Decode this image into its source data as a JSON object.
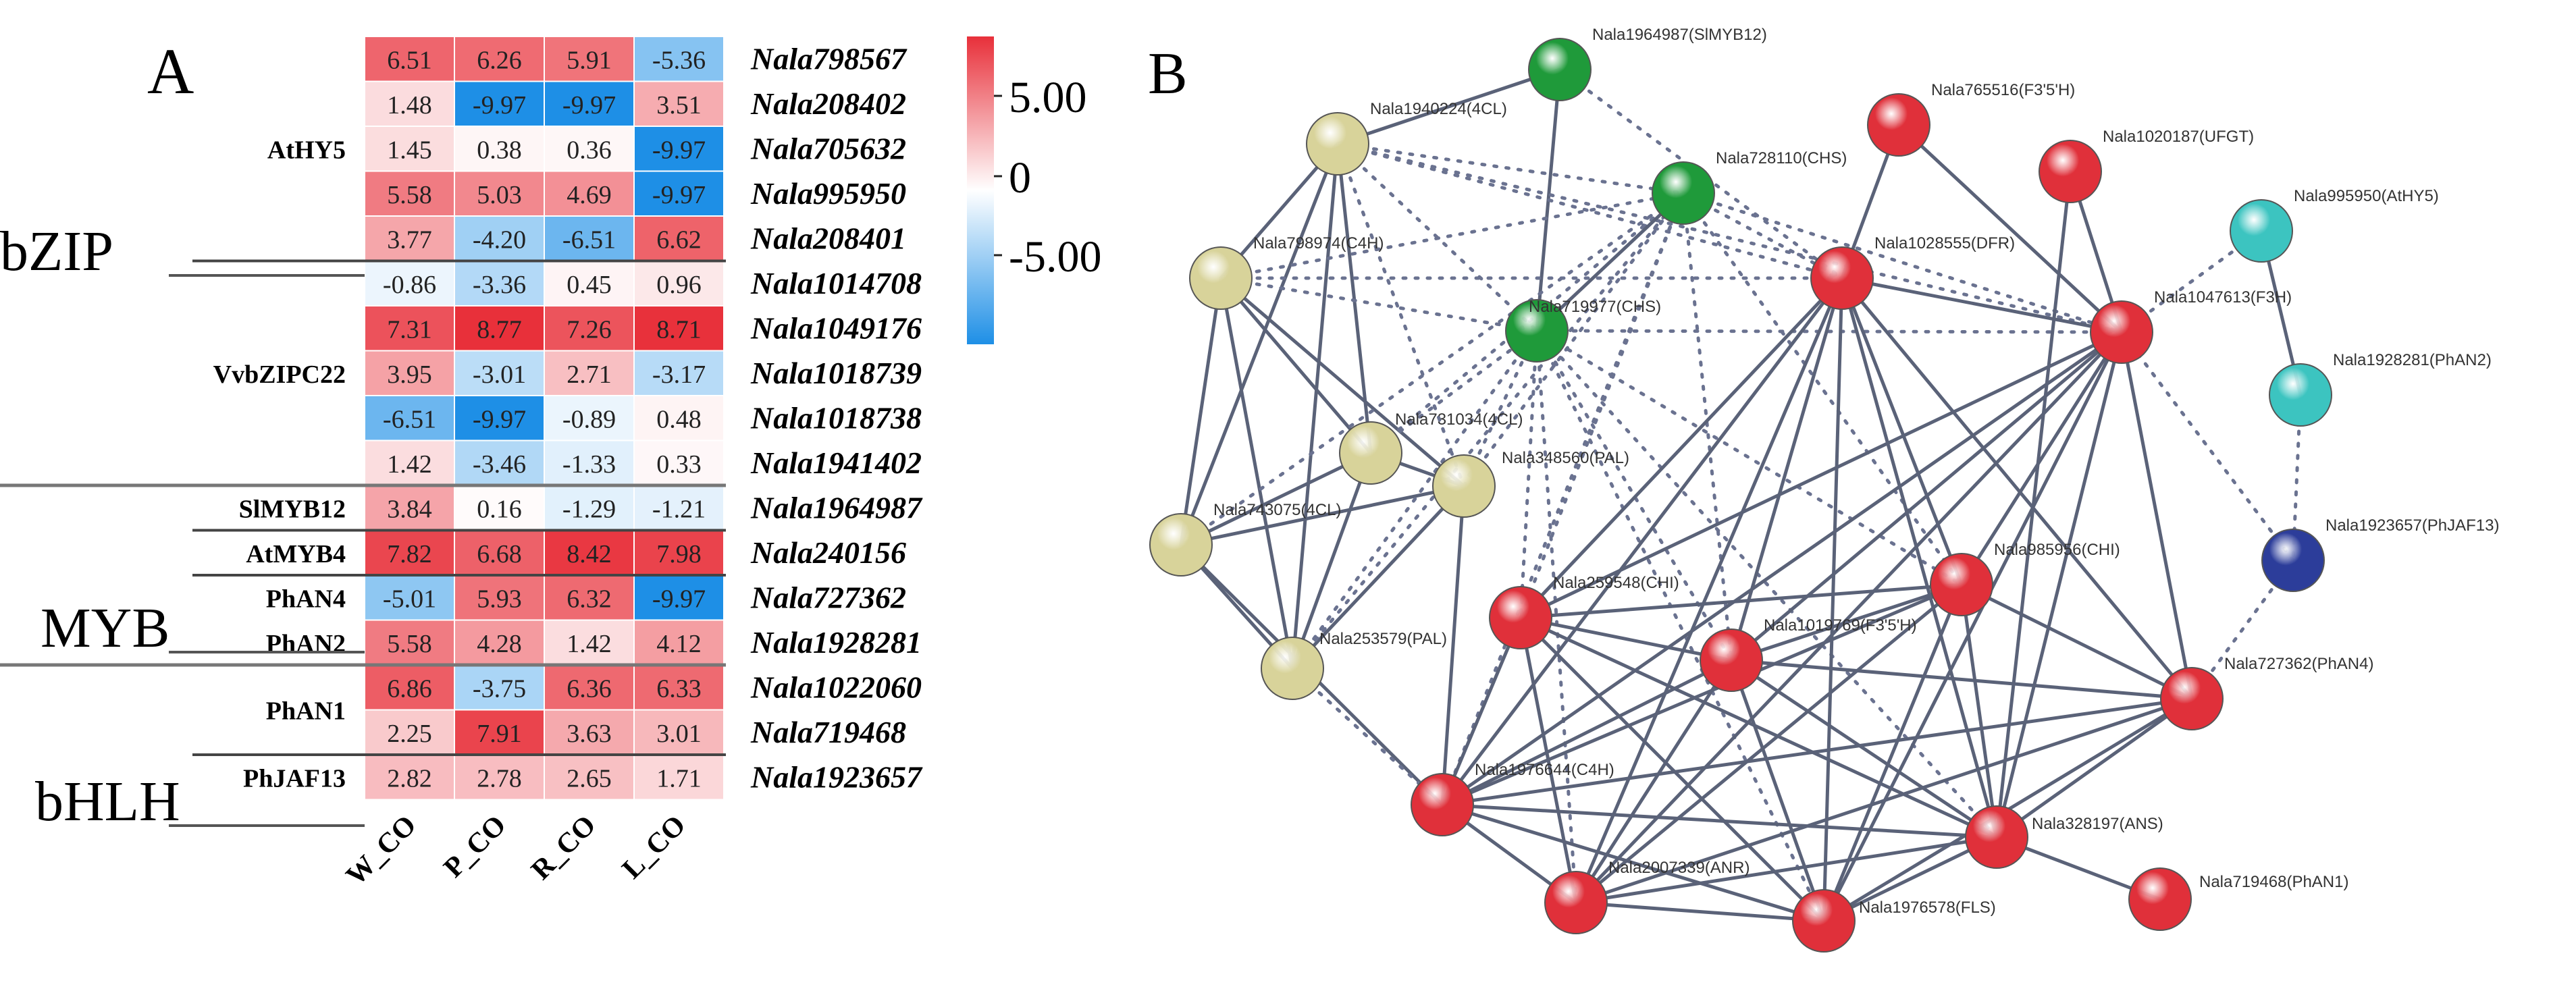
{
  "panel_a": {
    "label": "A",
    "columns": [
      "W_CO",
      "P_CO",
      "R_CO",
      "L_CO"
    ],
    "groups": [
      {
        "name": "AtHY5",
        "rows": [
          0,
          4
        ]
      },
      {
        "name": "VvbZIPC22",
        "rows": [
          5,
          9
        ]
      },
      {
        "name": "SlMYB12",
        "rows": [
          10,
          10
        ]
      },
      {
        "name": "AtMYB4",
        "rows": [
          11,
          11
        ]
      },
      {
        "name": "PhAN4",
        "rows": [
          12,
          12
        ]
      },
      {
        "name": "PhAN2",
        "rows": [
          13,
          13
        ]
      },
      {
        "name": "PhAN1",
        "rows": [
          14,
          15
        ]
      },
      {
        "name": "PhJAF13",
        "rows": [
          16,
          16
        ]
      }
    ],
    "families": [
      {
        "name": "bZIP",
        "rows": [
          0,
          9
        ]
      },
      {
        "name": "MYB",
        "rows": [
          10,
          13
        ]
      },
      {
        "name": "bHLH",
        "rows": [
          14,
          16
        ]
      }
    ],
    "legend": {
      "ticks": [
        "5.00",
        "0",
        "-5.00"
      ],
      "min": -9.97,
      "max": 8.77,
      "colors": {
        "low": "#1e8fe6",
        "mid": "#ffffff",
        "high": "#e8303a"
      }
    }
  },
  "chart_data": {
    "type": "heatmap",
    "x": [
      "W_CO",
      "P_CO",
      "R_CO",
      "L_CO"
    ],
    "y": [
      "Nala798567",
      "Nala208402",
      "Nala705632",
      "Nala995950",
      "Nala208401",
      "Nala1014708",
      "Nala1049176",
      "Nala1018739",
      "Nala1018738",
      "Nala1941402",
      "Nala1964987",
      "Nala240156",
      "Nala727362",
      "Nala1928281",
      "Nala1022060",
      "Nala719468",
      "Nala1923657"
    ],
    "values": [
      [
        "6.51",
        "6.26",
        "5.91",
        "-5.36"
      ],
      [
        "1.48",
        "-9.97",
        "-9.97",
        "3.51"
      ],
      [
        "1.45",
        "0.38",
        "0.36",
        "-9.97"
      ],
      [
        "5.58",
        "5.03",
        "4.69",
        "-9.97"
      ],
      [
        "3.77",
        "-4.20",
        "-6.51",
        "6.62"
      ],
      [
        "-0.86",
        "-3.36",
        "0.45",
        "0.96"
      ],
      [
        "7.31",
        "8.77",
        "7.26",
        "8.71"
      ],
      [
        "3.95",
        "-3.01",
        "2.71",
        "-3.17"
      ],
      [
        "-6.51",
        "-9.97",
        "-0.89",
        "0.48"
      ],
      [
        "1.42",
        "-3.46",
        "-1.33",
        "0.33"
      ],
      [
        "3.84",
        "0.16",
        "-1.29",
        "-1.21"
      ],
      [
        "7.82",
        "6.68",
        "8.42",
        "7.98"
      ],
      [
        "-5.01",
        "5.93",
        "6.32",
        "-9.97"
      ],
      [
        "5.58",
        "4.28",
        "1.42",
        "4.12"
      ],
      [
        "6.86",
        "-3.75",
        "6.36",
        "6.33"
      ],
      [
        "2.25",
        "7.91",
        "3.63",
        "3.01"
      ],
      [
        "2.82",
        "2.78",
        "2.65",
        "1.71"
      ]
    ]
  },
  "panel_b": {
    "label": "B",
    "node_colors": {
      "red": "#e0303a",
      "khaki": "#d8d39a",
      "green": "#1f9a3a",
      "cyan": "#3cc4c0",
      "navy": "#2c3d9a"
    },
    "nodes": [
      {
        "id": "n1964987",
        "label": "Nala1964987(SlMYB12)",
        "color": "green"
      },
      {
        "id": "n765516",
        "label": "Nala765516(F3'5'H)",
        "color": "red"
      },
      {
        "id": "n1940224",
        "label": "Nala1940224(4CL)",
        "color": "khaki"
      },
      {
        "id": "n1020187",
        "label": "Nala1020187(UFGT)",
        "color": "red"
      },
      {
        "id": "n728110",
        "label": "Nala728110(CHS)",
        "color": "green"
      },
      {
        "id": "n995950",
        "label": "Nala995950(AtHY5)",
        "color": "cyan"
      },
      {
        "id": "n798974",
        "label": "Nala798974(C4H)",
        "color": "khaki"
      },
      {
        "id": "n1028555",
        "label": "Nala1028555(DFR)",
        "color": "red"
      },
      {
        "id": "n1047613",
        "label": "Nala1047613(F3H)",
        "color": "red"
      },
      {
        "id": "n719977",
        "label": "Nala719977(CHS)",
        "color": "green"
      },
      {
        "id": "n1928281",
        "label": "Nala1928281(PhAN2)",
        "color": "cyan"
      },
      {
        "id": "n731034",
        "label": "Nala731034(4CL)",
        "color": "khaki"
      },
      {
        "id": "n348560",
        "label": "Nala348560(PAL)",
        "color": "khaki"
      },
      {
        "id": "n743075",
        "label": "Nala743075(4CL)",
        "color": "khaki"
      },
      {
        "id": "n1923657",
        "label": "Nala1923657(PhJAF13)",
        "color": "navy"
      },
      {
        "id": "n985956",
        "label": "Nala985956(CHI)",
        "color": "red"
      },
      {
        "id": "n259548",
        "label": "Nala259548(CHI)",
        "color": "red"
      },
      {
        "id": "n1019769",
        "label": "Nala1019769(F3'5'H)",
        "color": "red"
      },
      {
        "id": "n253579",
        "label": "Nala253579(PAL)",
        "color": "khaki"
      },
      {
        "id": "n727362",
        "label": "Nala727362(PhAN4)",
        "color": "red"
      },
      {
        "id": "n1976644",
        "label": "Nala1976644(C4H)",
        "color": "red"
      },
      {
        "id": "n328197",
        "label": "Nala328197(ANS)",
        "color": "red"
      },
      {
        "id": "n2007339",
        "label": "Nala2007339(ANR)",
        "color": "red"
      },
      {
        "id": "n1976578",
        "label": "Nala1976578(FLS)",
        "color": "red"
      },
      {
        "id": "n719468",
        "label": "Nala719468(PhAN1)",
        "color": "red"
      }
    ],
    "edges": [
      [
        "n1964987",
        "n1940224",
        "solid"
      ],
      [
        "n1964987",
        "n719977",
        "solid"
      ],
      [
        "n1964987",
        "n1028555",
        "dashed"
      ],
      [
        "n1940224",
        "n798974",
        "solid"
      ],
      [
        "n1940224",
        "n731034",
        "solid"
      ],
      [
        "n1940224",
        "n743075",
        "solid"
      ],
      [
        "n1940224",
        "n253579",
        "solid"
      ],
      [
        "n1940224",
        "n728110",
        "dashed"
      ],
      [
        "n1940224",
        "n719977",
        "dashed"
      ],
      [
        "n1940224",
        "n1028555",
        "dashed"
      ],
      [
        "n1940224",
        "n1047613",
        "dashed"
      ],
      [
        "n1940224",
        "n348560",
        "dashed"
      ],
      [
        "n798974",
        "n743075",
        "solid"
      ],
      [
        "n798974",
        "n253579",
        "solid"
      ],
      [
        "n798974",
        "n348560",
        "solid"
      ],
      [
        "n798974",
        "n731034",
        "solid"
      ],
      [
        "n798974",
        "n728110",
        "dashed"
      ],
      [
        "n798974",
        "n719977",
        "dashed"
      ],
      [
        "n798974",
        "n1028555",
        "dashed"
      ],
      [
        "n731034",
        "n348560",
        "solid"
      ],
      [
        "n731034",
        "n253579",
        "solid"
      ],
      [
        "n731034",
        "n743075",
        "solid"
      ],
      [
        "n731034",
        "n728110",
        "dashed"
      ],
      [
        "n731034",
        "n719977",
        "dashed"
      ],
      [
        "n743075",
        "n348560",
        "solid"
      ],
      [
        "n743075",
        "n253579",
        "solid"
      ],
      [
        "n743075",
        "n1976644",
        "solid"
      ],
      [
        "n743075",
        "n728110",
        "dashed"
      ],
      [
        "n348560",
        "n253579",
        "solid"
      ],
      [
        "n348560",
        "n1976644",
        "solid"
      ],
      [
        "n348560",
        "n728110",
        "dashed"
      ],
      [
        "n348560",
        "n719977",
        "dashed"
      ],
      [
        "n253579",
        "n1976644",
        "dashed"
      ],
      [
        "n253579",
        "n719977",
        "dashed"
      ],
      [
        "n253579",
        "n728110",
        "dashed"
      ],
      [
        "n728110",
        "n719977",
        "solid"
      ],
      [
        "n728110",
        "n1028555",
        "dashed"
      ],
      [
        "n728110",
        "n1047613",
        "dashed"
      ],
      [
        "n728110",
        "n259548",
        "dashed"
      ],
      [
        "n728110",
        "n985956",
        "dashed"
      ],
      [
        "n728110",
        "n1976644",
        "dashed"
      ],
      [
        "n728110",
        "n1019769",
        "dashed"
      ],
      [
        "n719977",
        "n1047613",
        "dashed"
      ],
      [
        "n719977",
        "n259548",
        "dashed"
      ],
      [
        "n719977",
        "n985956",
        "dashed"
      ],
      [
        "n719977",
        "n328197",
        "dashed"
      ],
      [
        "n719977",
        "n1976578",
        "dashed"
      ],
      [
        "n719977",
        "n1019769",
        "dashed"
      ],
      [
        "n719977",
        "n2007339",
        "dashed"
      ],
      [
        "n765516",
        "n1028555",
        "solid"
      ],
      [
        "n765516",
        "n1047613",
        "solid"
      ],
      [
        "n1020187",
        "n1047613",
        "solid"
      ],
      [
        "n1020187",
        "n328197",
        "solid"
      ],
      [
        "n995950",
        "n1928281",
        "solid"
      ],
      [
        "n995950",
        "n1047613",
        "dashed"
      ],
      [
        "n1928281",
        "n1923657",
        "dashed"
      ],
      [
        "n1923657",
        "n727362",
        "dashed"
      ],
      [
        "n1923657",
        "n1047613",
        "dashed"
      ],
      [
        "n1028555",
        "n1047613",
        "solid"
      ],
      [
        "n1028555",
        "n985956",
        "solid"
      ],
      [
        "n1028555",
        "n259548",
        "solid"
      ],
      [
        "n1028555",
        "n1019769",
        "solid"
      ],
      [
        "n1028555",
        "n328197",
        "solid"
      ],
      [
        "n1028555",
        "n2007339",
        "solid"
      ],
      [
        "n1028555",
        "n1976578",
        "solid"
      ],
      [
        "n1028555",
        "n1976644",
        "solid"
      ],
      [
        "n1028555",
        "n727362",
        "solid"
      ],
      [
        "n1047613",
        "n985956",
        "solid"
      ],
      [
        "n1047613",
        "n259548",
        "solid"
      ],
      [
        "n1047613",
        "n1019769",
        "solid"
      ],
      [
        "n1047613",
        "n328197",
        "solid"
      ],
      [
        "n1047613",
        "n2007339",
        "solid"
      ],
      [
        "n1047613",
        "n1976578",
        "solid"
      ],
      [
        "n1047613",
        "n1976644",
        "solid"
      ],
      [
        "n1047613",
        "n727362",
        "solid"
      ],
      [
        "n985956",
        "n259548",
        "solid"
      ],
      [
        "n985956",
        "n1019769",
        "solid"
      ],
      [
        "n985956",
        "n328197",
        "solid"
      ],
      [
        "n985956",
        "n2007339",
        "solid"
      ],
      [
        "n985956",
        "n1976578",
        "solid"
      ],
      [
        "n985956",
        "n1976644",
        "solid"
      ],
      [
        "n985956",
        "n727362",
        "solid"
      ],
      [
        "n259548",
        "n1019769",
        "solid"
      ],
      [
        "n259548",
        "n328197",
        "solid"
      ],
      [
        "n259548",
        "n2007339",
        "solid"
      ],
      [
        "n259548",
        "n1976578",
        "solid"
      ],
      [
        "n259548",
        "n1976644",
        "solid"
      ],
      [
        "n1019769",
        "n328197",
        "solid"
      ],
      [
        "n1019769",
        "n2007339",
        "solid"
      ],
      [
        "n1019769",
        "n1976578",
        "solid"
      ],
      [
        "n1019769",
        "n1976644",
        "solid"
      ],
      [
        "n328197",
        "n2007339",
        "solid"
      ],
      [
        "n328197",
        "n1976578",
        "solid"
      ],
      [
        "n328197",
        "n1976644",
        "solid"
      ],
      [
        "n328197",
        "n727362",
        "solid"
      ],
      [
        "n328197",
        "n719468",
        "solid"
      ],
      [
        "n2007339",
        "n1976578",
        "solid"
      ],
      [
        "n2007339",
        "n1976644",
        "solid"
      ],
      [
        "n2007339",
        "n727362",
        "solid"
      ],
      [
        "n1976578",
        "n1976644",
        "solid"
      ],
      [
        "n1976578",
        "n727362",
        "solid"
      ],
      [
        "n1976644",
        "n727362",
        "solid"
      ],
      [
        "n727362",
        "n1019769",
        "solid"
      ]
    ]
  }
}
